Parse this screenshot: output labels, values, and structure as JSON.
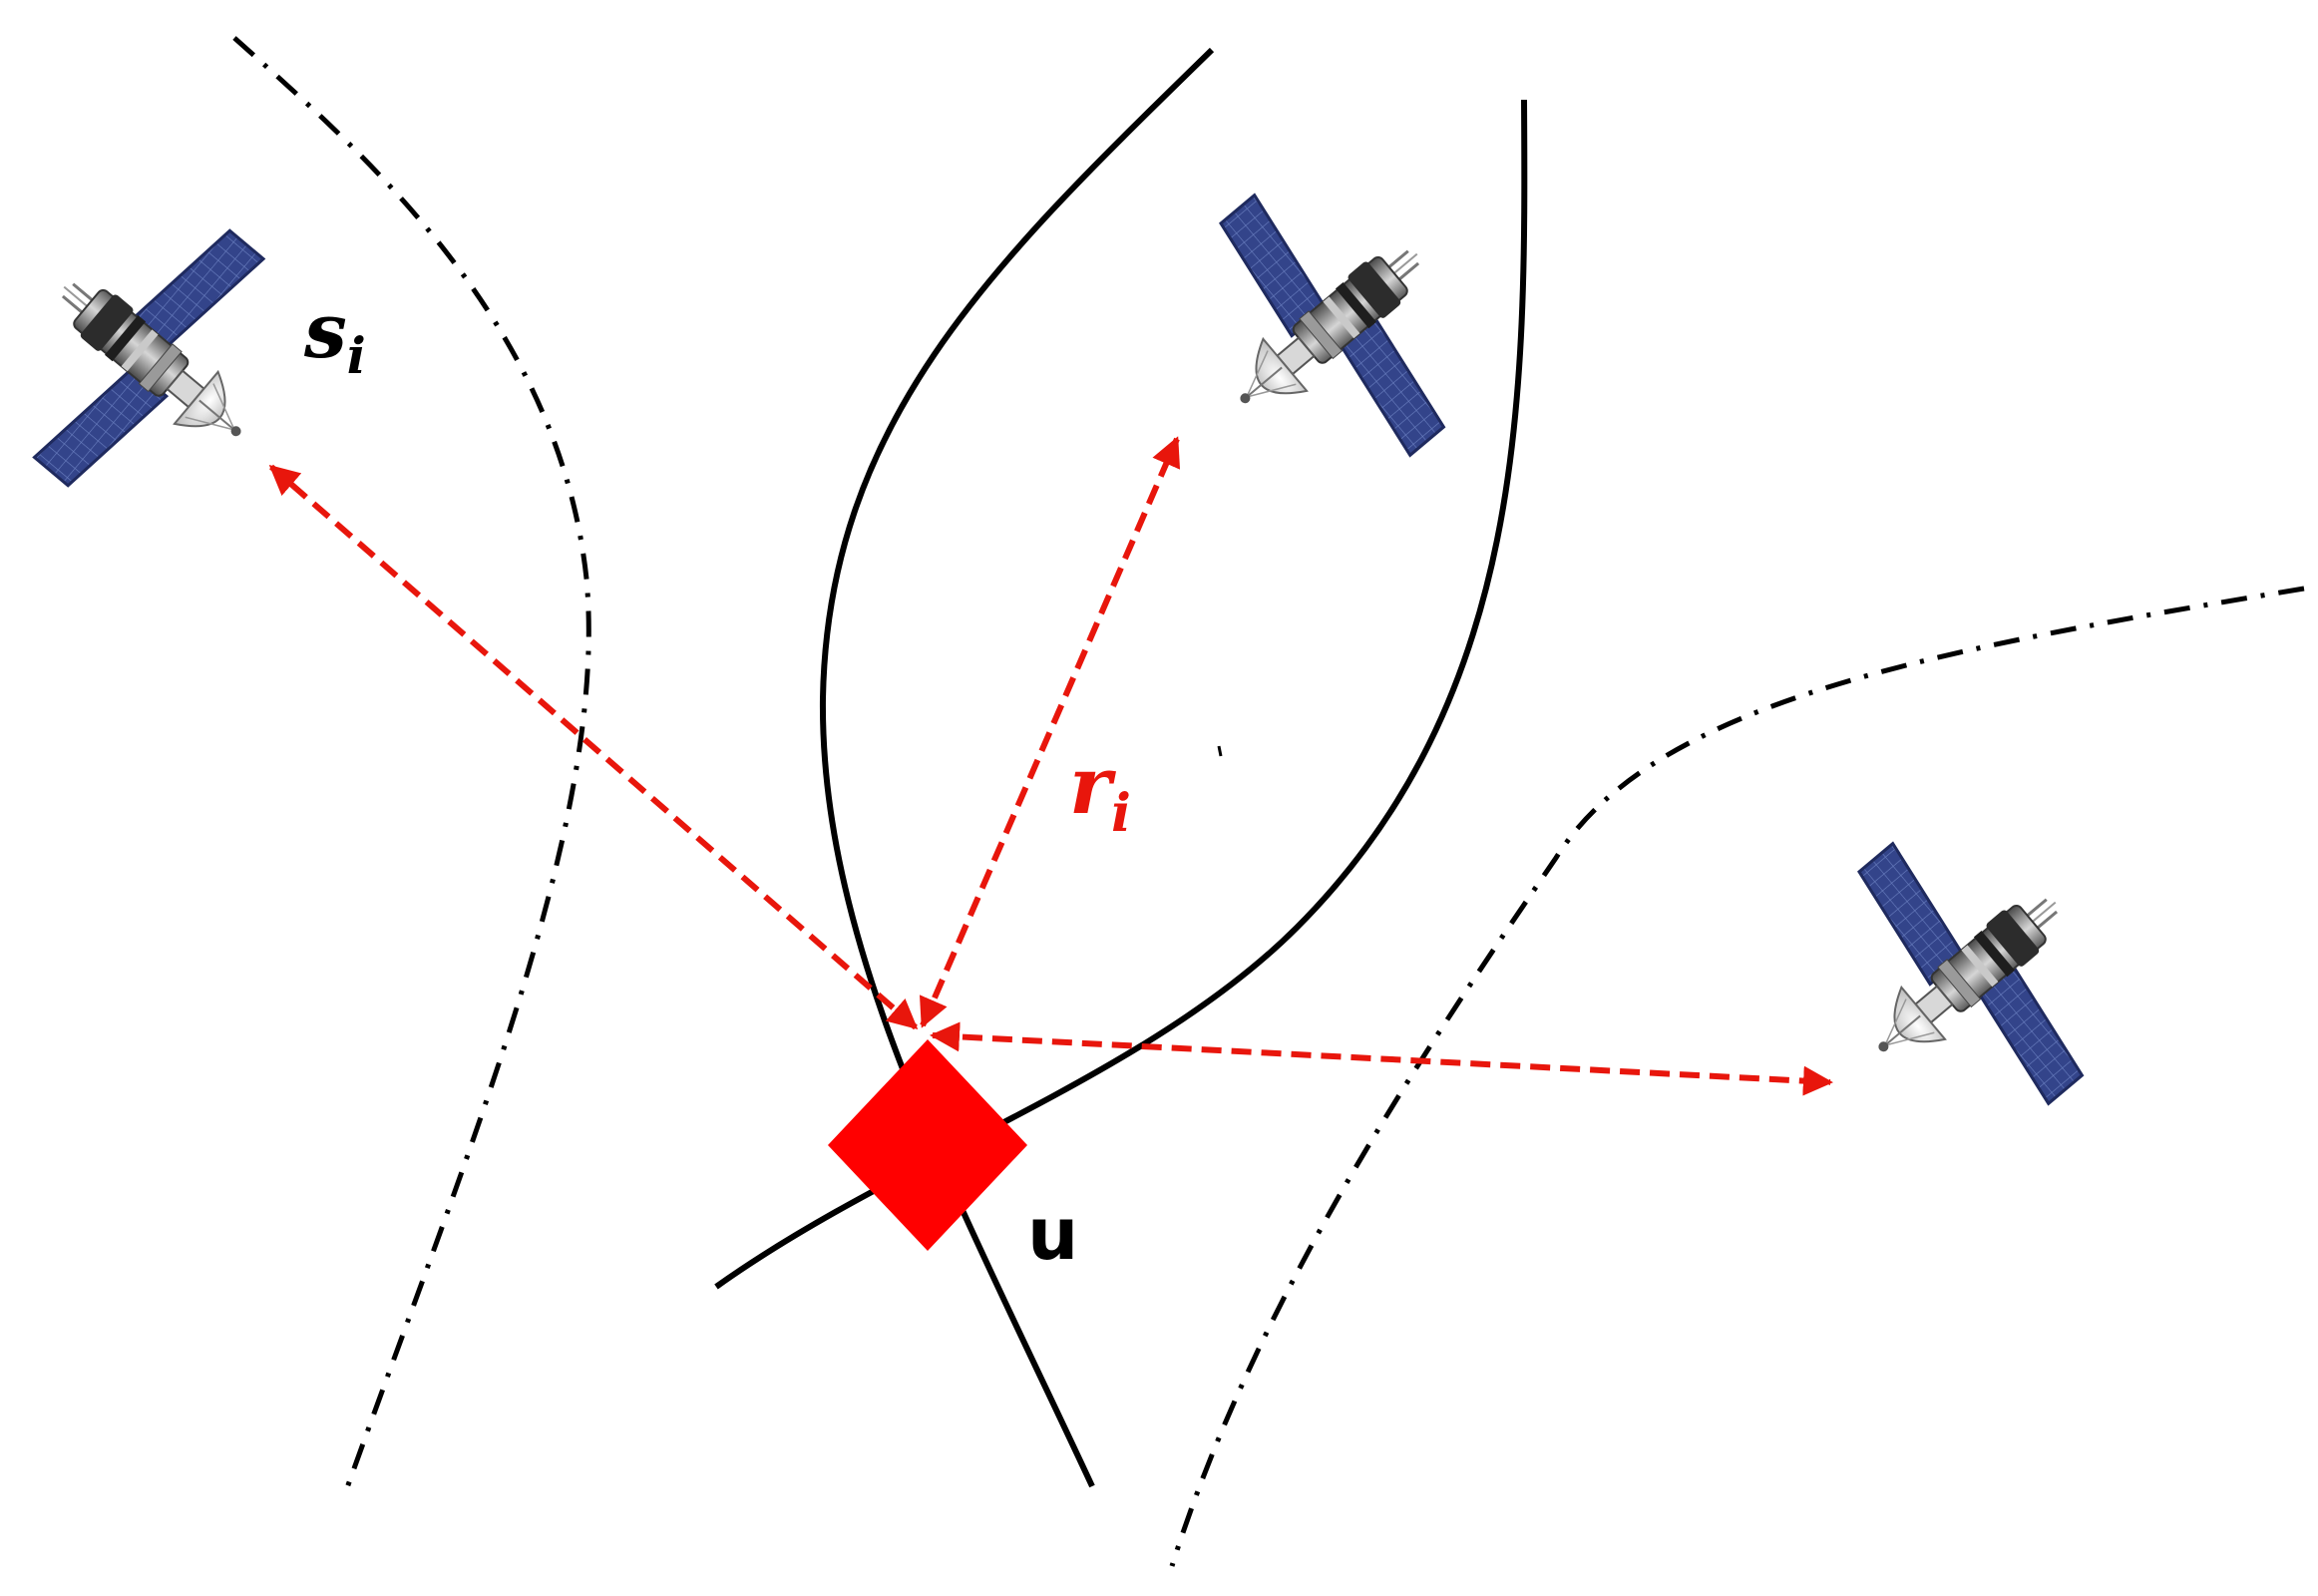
{
  "labels": {
    "satellite_label_main": "s",
    "satellite_label_sub": "i",
    "range_label_main": "r",
    "range_label_sub": "i",
    "user_label": "u"
  },
  "colors": {
    "range_arrows": "#e8160c",
    "user_marker": "#ff0000",
    "curves": "#000000",
    "solar_panel": "#33448a",
    "solar_grid": "#6a7fc0",
    "satellite_body": "#8d8d8d"
  },
  "icons": {
    "satellite": "satellite-icon",
    "user": "diamond-marker"
  }
}
